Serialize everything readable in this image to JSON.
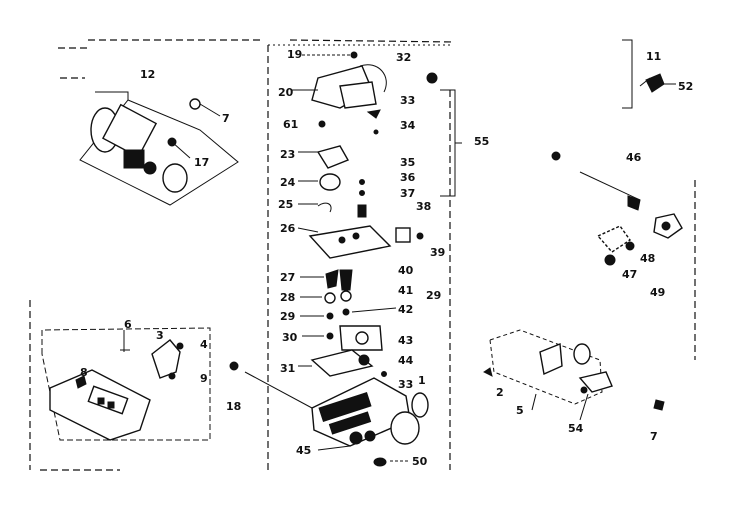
{
  "labels": {
    "l12": "12",
    "l7": "7",
    "l17": "17",
    "l19": "19",
    "l32": "32",
    "l20": "20",
    "l33a": "33",
    "l61": "61",
    "l34": "34",
    "l55": "55",
    "l23": "23",
    "l35": "35",
    "l24": "24",
    "l36": "36",
    "l37": "37",
    "l25": "25",
    "l38": "38",
    "l26": "26",
    "l39a": "39",
    "l27": "27",
    "l40": "40",
    "l28": "28",
    "l41": "41",
    "l29a": "29",
    "l29b": "29",
    "l42": "42",
    "l30": "30",
    "l43": "43",
    "l31": "31",
    "l44": "44",
    "l33b": "33",
    "l1": "1",
    "l45": "45",
    "l50": "50",
    "l6": "6",
    "l3": "3",
    "l4": "4",
    "l8": "8",
    "l9": "9",
    "l18": "18",
    "l11": "11",
    "l52": "52",
    "l46": "46",
    "l48": "48",
    "l47": "47",
    "l49": "49",
    "l2": "2",
    "l5": "5",
    "l54": "54",
    "l7b": "7"
  }
}
